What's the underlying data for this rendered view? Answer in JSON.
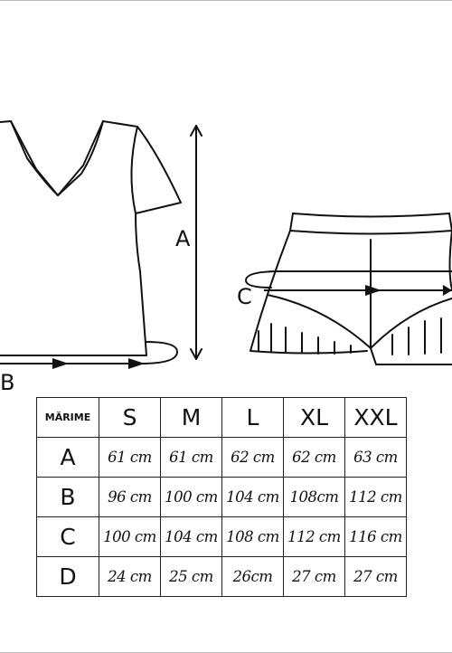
{
  "labels": {
    "a": "A",
    "b": "B",
    "c": "C"
  },
  "table": {
    "header_label": "MĂRIME",
    "sizes": [
      "S",
      "M",
      "L",
      "XL",
      "XXL"
    ],
    "rows": [
      {
        "label": "A",
        "values": [
          "61 cm",
          "61 cm",
          "62 cm",
          "62 cm",
          "63 cm"
        ]
      },
      {
        "label": "B",
        "values": [
          "96 cm",
          "100 cm",
          "104 cm",
          "108cm",
          "112 cm"
        ]
      },
      {
        "label": "C",
        "values": [
          "100 cm",
          "104 cm",
          "108 cm",
          "112 cm",
          "116 cm"
        ]
      },
      {
        "label": "D",
        "values": [
          "24 cm",
          "25 cm",
          "26cm",
          "27 cm",
          "27 cm"
        ]
      }
    ]
  }
}
